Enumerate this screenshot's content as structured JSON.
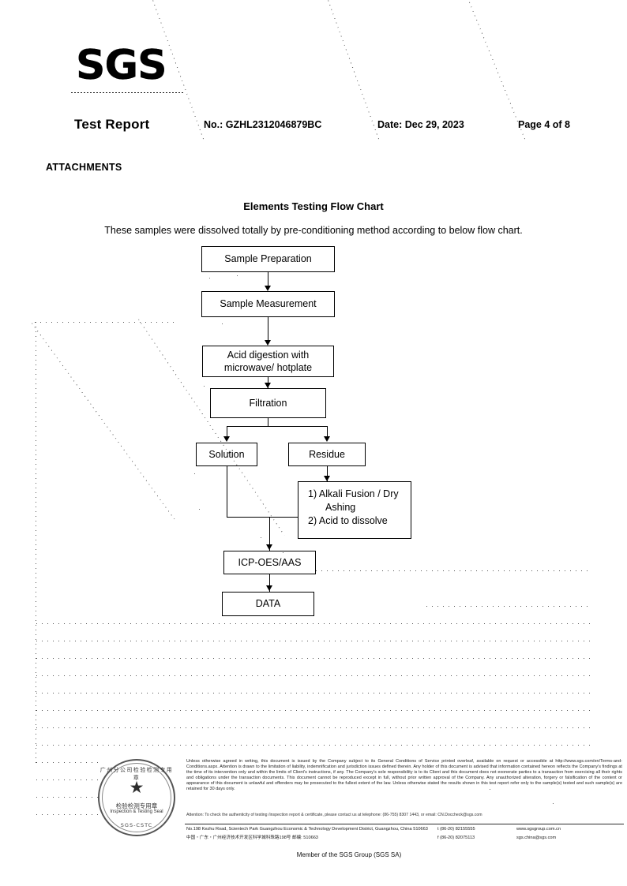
{
  "document": {
    "logo_text": "SGS",
    "header": {
      "title": "Test Report",
      "report_no": "No.: GZHL2312046879BC",
      "date": "Date: Dec 29, 2023",
      "page": "Page 4 of 8"
    },
    "section_label": "ATTACHMENTS"
  },
  "flowchart": {
    "title": "Elements Testing Flow Chart",
    "intro": "These samples were dissolved totally by pre-conditioning method according to below flow chart.",
    "nodes": [
      {
        "id": "sample-preparation",
        "label": "Sample Preparation"
      },
      {
        "id": "sample-measurement",
        "label": "Sample Measurement"
      },
      {
        "id": "acid-digestion",
        "label": "Acid digestion with microwave/ hotplate"
      },
      {
        "id": "filtration",
        "label": "Filtration"
      },
      {
        "id": "solution",
        "label": "Solution"
      },
      {
        "id": "residue",
        "label": "Residue"
      },
      {
        "id": "alkali-fusion-l1",
        "label": "1) Alkali Fusion / Dry"
      },
      {
        "id": "alkali-fusion-l2",
        "label": "Ashing"
      },
      {
        "id": "alkali-fusion-l3",
        "label": "2) Acid to dissolve"
      },
      {
        "id": "icp-oes-aas",
        "label": "ICP-OES/AAS"
      },
      {
        "id": "data",
        "label": "DATA"
      }
    ]
  },
  "seal": {
    "arc_top": "广州分公司检验检测专用章",
    "chinese": "检验检测专用章",
    "english": "Inspection & Testing Seal",
    "arc_bottom": "SGS-CSTC"
  },
  "footer": {
    "disclaimer": "Unless otherwise agreed in writing, this document is issued by the Company subject to its General Conditions of Service printed overleaf, available on request or accessible at http://www.sgs.com/en/Terms-and-Conditions.aspx. Attention is drawn to the limitation of liability, indemnification and jurisdiction issues defined therein. Any holder of this document is advised that information contained hereon reflects the Company's findings at the time of its intervention only and within the limits of Client's instructions, if any. The Company's sole responsibility is to its Client and this document does not exonerate parties to a transaction from exercising all their rights and obligations under the transaction documents. This document cannot be reproduced except in full, without prior written approval of the Company. Any unauthorized alteration, forgery or falsification of the content or appearance of this document is unlawful and offenders may be prosecuted to the fullest extent of the law. Unless otherwise stated the results shown in this test report refer only to the sample(s) tested and such sample(s) are retained for 30 days only.",
    "attention": "Attention: To check the authenticity of testing /inspection report & certificate, please contact us at telephone: (86-755) 8307 1443, or email: CN.Doccheck@sgs.com",
    "address_rows": [
      {
        "text": "No.198 Kezhu Road, Scientech Park Guangzhou Economic & Technology Development District, Guangzhou, China 510663",
        "tel": "t (86-20) 82155555",
        "web": "www.sgsgroup.com.cn"
      },
      {
        "text": "中国・广东・广州经济技术开发区科学城科珠路198号  邮编: 510663",
        "tel": "f (86-20) 82075113",
        "web": "sgs.china@sgs.com"
      }
    ],
    "member_line": "Member of the SGS Group (SGS SA)"
  }
}
